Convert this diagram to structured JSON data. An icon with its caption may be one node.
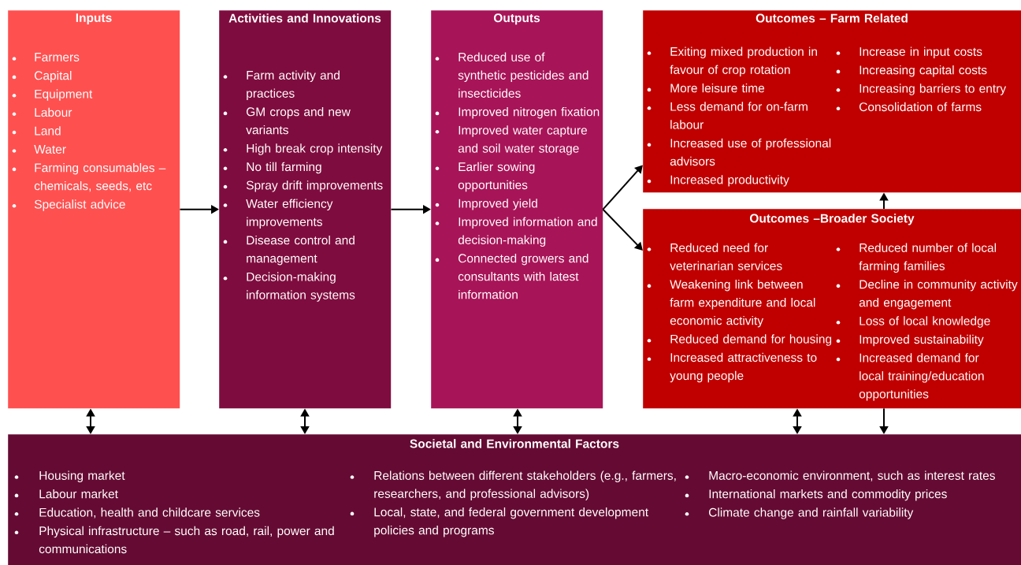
{
  "diagram": {
    "nodes": [
      {
        "text": [
          "Inputs",
          "Farmers",
          "Capital",
          "Equipment",
          "Labour",
          "Land",
          "Water",
          "Farming consumables – chemicals, seeds, etc",
          "Specialist advice"
        ]
      },
      {
        "text": [
          "Activities and Innovations",
          "Farm activity and practices",
          "GM crops and new variants",
          "High break crop intensity",
          "No till farming",
          "Spray drift improvements",
          "Water efficiency improvements",
          "Disease control and management",
          "Decision-making information systems"
        ]
      },
      {
        "text": [
          "Outputs",
          "Reduced use of synthetic pesticides and insecticides",
          "Improved nitrogen fixation",
          "Improved water capture and soil water storage",
          "Earlier sowing opportunities",
          "Improved yield",
          "Improved information and decision-making",
          "Connected growers and consultants with latest information"
        ]
      },
      {
        "text": [
          "Outcomes – Farm Related",
          "Exiting mixed production in favour of crop rotation",
          "More leisure time",
          "Less demand for on-farm labour",
          "Increased use of professional advisors",
          "Increased productivity",
          "Increase in input costs",
          "Increasing capital costs",
          "Increasing barriers to entry",
          "Consolidation of farms"
        ]
      },
      {
        "text": [
          "Outcomes –Broader Society",
          "Reduced need for veterinarian services",
          "Weakening link between farm expenditure and local economic activity",
          "Reduced demand for housing",
          "Increased attractiveness to young people",
          "Reduced number of local farming families",
          "Decline in community activity and engagement",
          "Loss of local knowledge",
          "Improved sustainability",
          "Increased demand for local training/education opportunities"
        ]
      },
      {
        "text": [
          "Societal and Environmental Factors",
          "Housing market",
          "Labour market",
          "Education, health and childcare services",
          "Physical infrastructure – such as road, rail, power and communications",
          "Relations between different stakeholders (e.g., farmers, researchers, and professional advisors)",
          "Local, state, and federal government development policies and programs",
          "Macro-economic environment, such as interest rates",
          "International  markets and commodity prices",
          "Climate change and rainfall variability"
        ]
      }
    ],
    "edges": [
      {
        "from": 0,
        "to": 1,
        "arrow": "to"
      },
      {
        "from": 1,
        "to": 2,
        "arrow": "to"
      },
      {
        "from": 2,
        "to": 3,
        "arrow": "to"
      },
      {
        "from": 2,
        "to": 4,
        "arrow": "to"
      },
      {
        "from": 4,
        "to": 3,
        "arrow": "to"
      },
      {
        "from": 0,
        "to": 5,
        "arrow": "both"
      },
      {
        "from": 1,
        "to": 5,
        "arrow": "both"
      },
      {
        "from": 2,
        "to": 5,
        "arrow": "both"
      },
      {
        "from": 4,
        "to": 5,
        "arrow": "both"
      },
      {
        "from": 4,
        "to": 5,
        "arrow": "to"
      }
    ]
  }
}
